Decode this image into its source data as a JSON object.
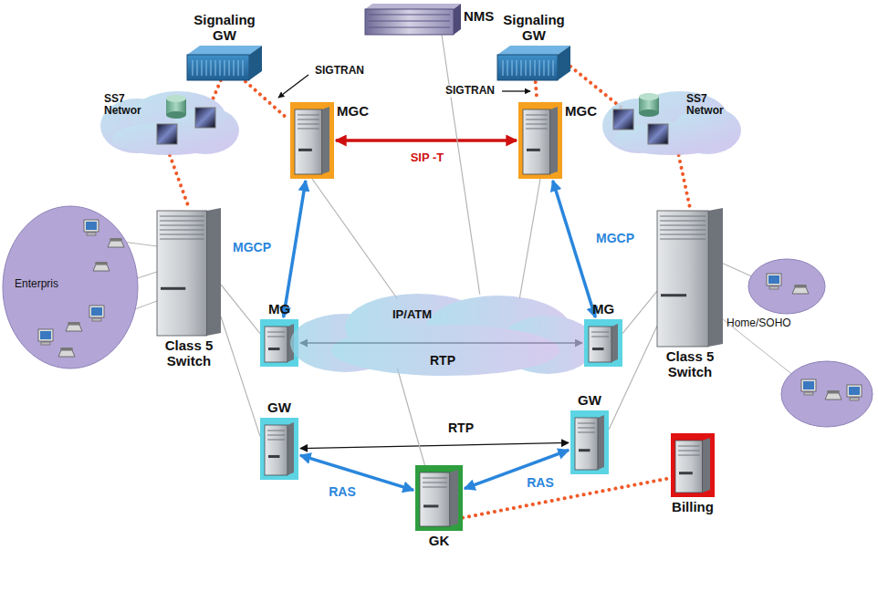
{
  "diagram": {
    "nodes": [
      {
        "text": [
          "Signaling GW"
        ]
      },
      {
        "text": [
          "NMS"
        ]
      },
      {
        "text": [
          "Signaling GW"
        ]
      },
      {
        "text": [
          "SS7 Networ"
        ]
      },
      {
        "text": [
          "MGC"
        ]
      },
      {
        "text": [
          "MGC"
        ]
      },
      {
        "text": [
          "SS7 Networ"
        ]
      },
      {
        "text": [
          "Enterpris"
        ]
      },
      {
        "text": [
          "Class 5 Switch"
        ]
      },
      {
        "text": [
          "MG"
        ]
      },
      {
        "text": [
          "IP/ATM"
        ]
      },
      {
        "text": [
          "MG"
        ]
      },
      {
        "text": [
          "Class 5 Switch"
        ]
      },
      {
        "text": [
          "Home/SOHO"
        ]
      },
      {
        "text": [
          "GW"
        ]
      },
      {
        "text": [
          "GW"
        ]
      },
      {
        "text": [
          "GK"
        ]
      },
      {
        "text": [
          "Billing"
        ]
      }
    ],
    "edges": [
      {
        "from": 0,
        "to": 3,
        "arrow": "none"
      },
      {
        "from": 0,
        "to": 4,
        "label": "SIGTRAN",
        "arrow": "none"
      },
      {
        "from": 2,
        "to": 6,
        "arrow": "none"
      },
      {
        "from": 2,
        "to": 5,
        "label": "SIGTRAN",
        "arrow": "none"
      },
      {
        "from": 4,
        "to": 5,
        "label": "SIP -T",
        "arrow": "both"
      },
      {
        "from": 4,
        "to": 9,
        "label": "MGCP",
        "arrow": "both"
      },
      {
        "from": 5,
        "to": 11,
        "label": "MGCP",
        "arrow": "both"
      },
      {
        "from": 3,
        "to": 8,
        "arrow": "none"
      },
      {
        "from": 6,
        "to": 12,
        "arrow": "none"
      },
      {
        "from": 9,
        "to": 11,
        "label": "RTP",
        "arrow": "both"
      },
      {
        "from": 14,
        "to": 15,
        "label": "RTP",
        "arrow": "both"
      },
      {
        "from": 14,
        "to": 16,
        "label": "RAS",
        "arrow": "both"
      },
      {
        "from": 16,
        "to": 15,
        "label": "RAS",
        "arrow": "both"
      },
      {
        "from": 16,
        "to": 17,
        "arrow": "none"
      },
      {
        "from": 1,
        "to": 10,
        "arrow": "none"
      },
      {
        "from": 4,
        "to": 10,
        "arrow": "none"
      },
      {
        "from": 5,
        "to": 10,
        "arrow": "none"
      },
      {
        "from": 16,
        "to": 10,
        "arrow": "none"
      },
      {
        "from": 8,
        "to": 9,
        "arrow": "none"
      },
      {
        "from": 8,
        "to": 14,
        "arrow": "none"
      },
      {
        "from": 12,
        "to": 11,
        "arrow": "none"
      },
      {
        "from": 12,
        "to": 15,
        "arrow": "none"
      },
      {
        "from": 7,
        "to": 8,
        "arrow": "none"
      },
      {
        "from": 12,
        "to": 13,
        "arrow": "none"
      }
    ]
  }
}
